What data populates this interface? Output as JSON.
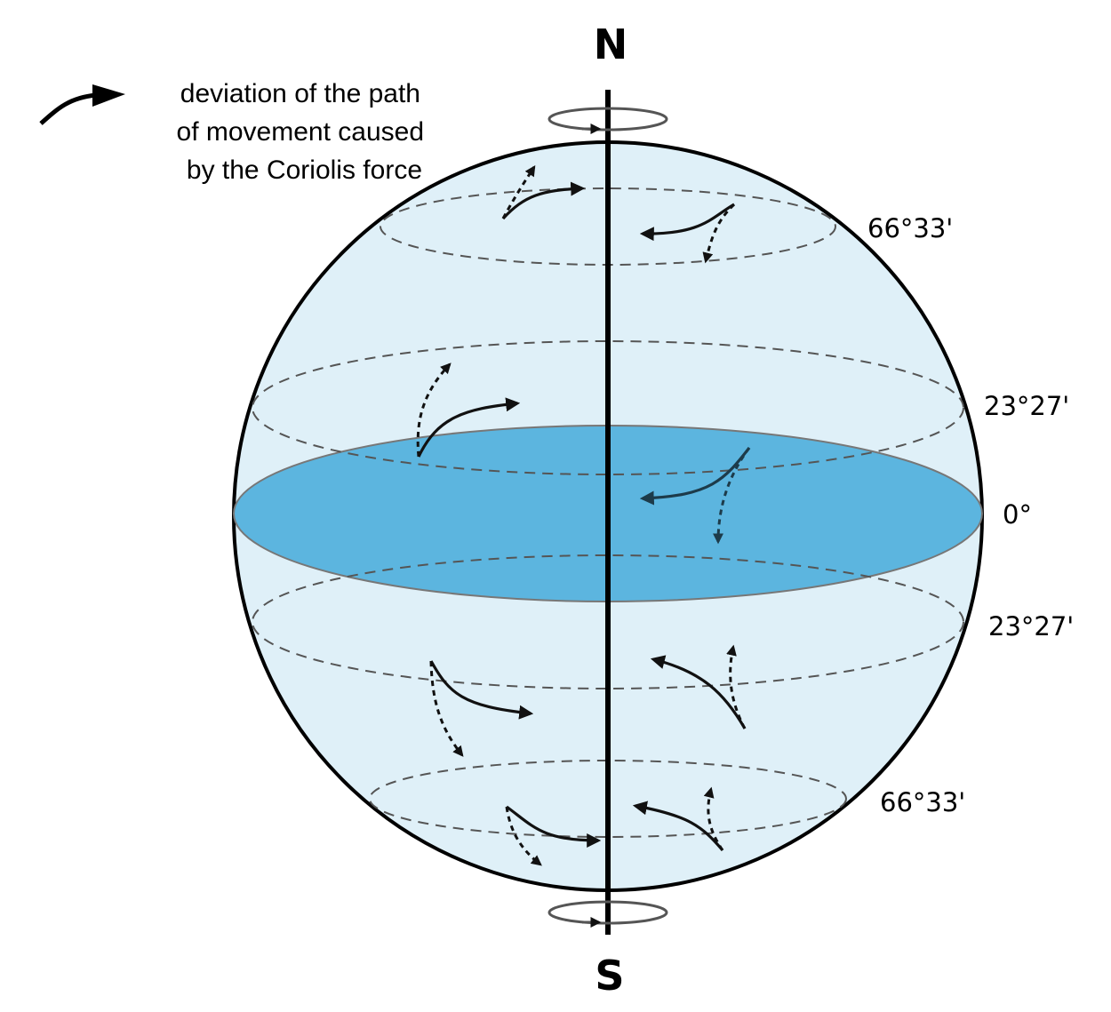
{
  "poles": {
    "north": "N",
    "south": "S"
  },
  "legend": {
    "lines": [
      "deviation of the path",
      "of movement caused",
      "by the Coriolis force"
    ],
    "icon": "curved-arrow-icon"
  },
  "latitudes": {
    "arctic": "66°33'",
    "cancer": "23°27'",
    "equator": "0°",
    "capricorn": "23°27'",
    "antarctic": "66°33'"
  },
  "colors": {
    "globe_fill": "#dff0f8",
    "equator_fill": "#5cb5df",
    "outline": "#000000",
    "dashed": "#555555"
  }
}
